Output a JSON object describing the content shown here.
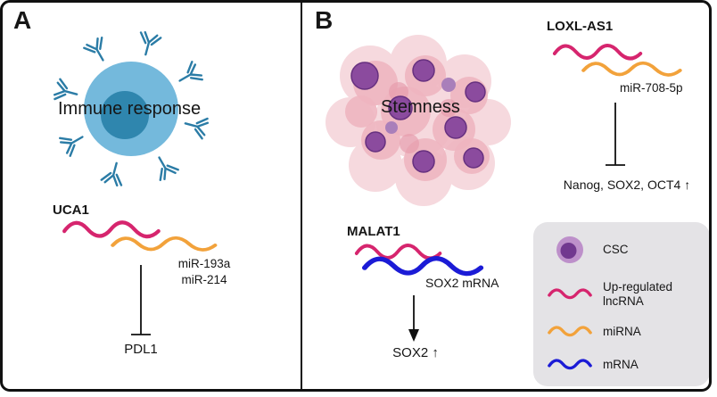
{
  "panel_a": {
    "label": "A",
    "cell_caption": "Immune response",
    "lncRNA": "UCA1",
    "miRNAs": [
      "miR-193a",
      "miR-214"
    ],
    "target": "PDL1"
  },
  "panel_b": {
    "label": "B",
    "cluster_caption": "Stemness",
    "loxl_axis": {
      "lncRNA": "LOXL-AS1",
      "miRNA": "miR-708-5p",
      "targets": "Nanog, SOX2, OCT4",
      "direction": "↑"
    },
    "malat_axis": {
      "lncRNA": "MALAT1",
      "mRNA": "SOX2 mRNA",
      "target": "SOX2",
      "direction": "↑"
    }
  },
  "legend": {
    "items": [
      {
        "label": "CSC"
      },
      {
        "label": "Up-regulated lncRNA"
      },
      {
        "label": "miRNA"
      },
      {
        "label": "mRNA"
      }
    ]
  },
  "colors": {
    "ink": "#161616",
    "lnc": "#d6256e",
    "mir": "#f2a23b",
    "mrna": "#1b1bd6",
    "cellbody": "#74b9dc",
    "cellnucleus": "#2f86ae",
    "antibody": "#2b7ca6",
    "pinklight": "#f6d9de",
    "pinkmid": "#eeb5c0",
    "pinkdark": "#e59aab",
    "nucpurple": "#8b4b9e",
    "nucstroke": "#66307f",
    "nuclight": "#a97fba",
    "cscouter": "#bd90ca",
    "cscnucleus": "#71388f",
    "legendbg": "#e4e3e6"
  }
}
